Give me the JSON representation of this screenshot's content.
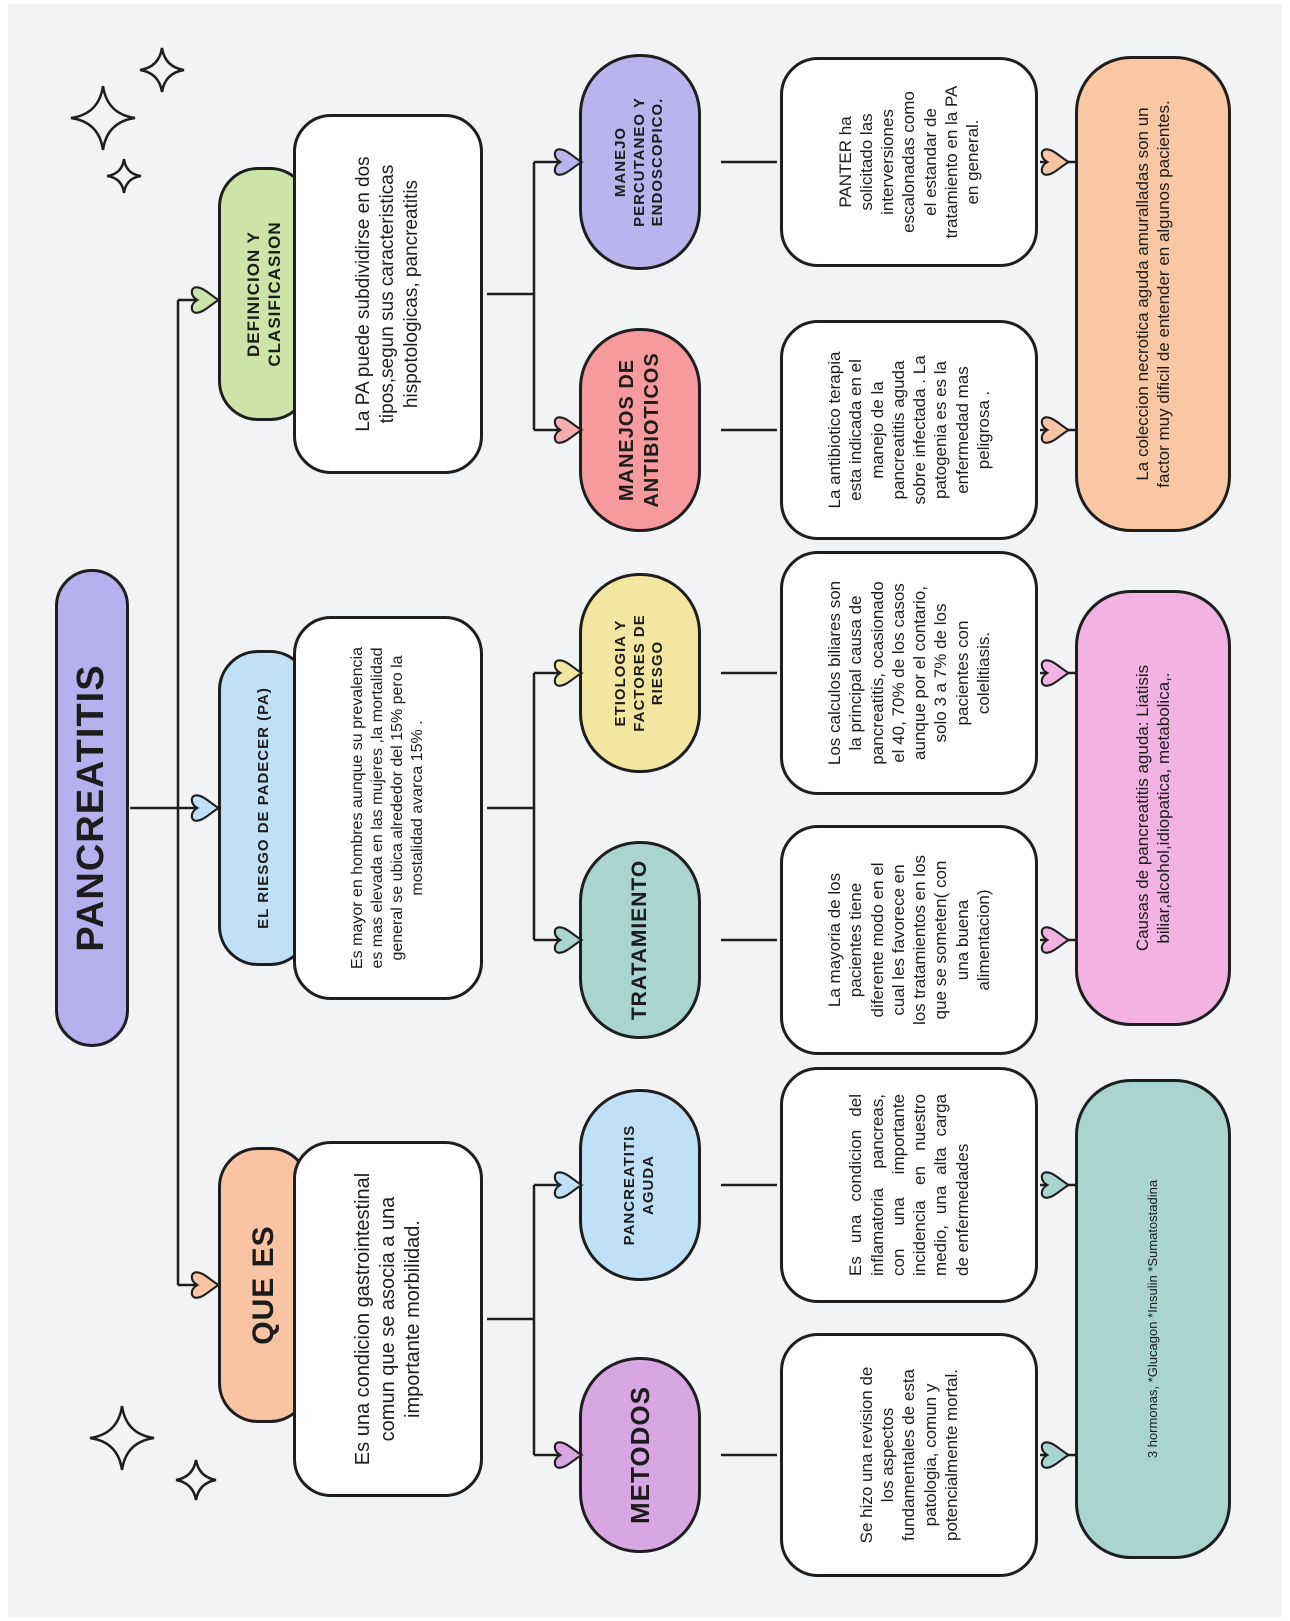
{
  "title": "PANCREATITIS",
  "branches": [
    {
      "heading": "DEFINICION Y CLASIFICASION",
      "description": "La PA puede subdividirse en dos tipos,segun sus caracteristicas hispotologicas, pancreatitis",
      "color": "#cde4a8",
      "children": [
        {
          "heading": "MANEJO PERCUTANEO Y ENDOSCOPICO.",
          "color": "#b9b3ee",
          "text": "PANTER ha solicitado las interversiones escalonadas como el estandar de tratamiento en la PA en general."
        },
        {
          "heading": "MANEJOS DE ANTIBIOTICOS",
          "color": "#f69a9d",
          "text": "La antibiotico terapia esta indicada en el manejo de la pancreatitis aguda sobre infectada . La patogenia es es la enfermedad mas peligrosa ."
        }
      ],
      "bottom_text": "La coleccion necrotica aguda amuralladas son un factor muy dificil de entender en algunos pacientes.",
      "bottom_color": "#f9c7a3"
    },
    {
      "heading": "EL RIESGO DE PADECER (PA)",
      "description": "Es mayor en hombres aunque su prevalencia es mas elevada en las mujeres ,la mortalidad general se ubica alrededor del 15% pero la mostalidad avarca 15% .",
      "color": "#bfe0f7",
      "children": [
        {
          "heading": "ETIOLOGIA Y FACTORES DE RIESGO",
          "color": "#f3e6a0",
          "text": "Los calculos biliares son la principal causa de pancreatitis, ocasionado el 40, 70% de los casos aunque por el contario, solo 3 a 7% de los pacientes con colelitiasis."
        },
        {
          "heading": "TRATAMIENTO",
          "color": "#a9d4d0",
          "text": "La mayoria de los pacientes tiene diferente modo en el cual les favorece en los tratamientos en los que se someten( con una buena alimentacion)"
        }
      ],
      "bottom_text": "Causas de pancreatitis aguda: Liatisis biliar,alcohol,idiopatica, metabolica,.",
      "bottom_color": "#f2b2e2"
    },
    {
      "heading": "QUE ES",
      "description": "Es una condicion gastrointestinal comun que se asocia a una importante morbilidad.",
      "color": "#f9c4a4",
      "children": [
        {
          "heading": "PANCREATITIS AGUDA",
          "color": "#bfe0f7",
          "text": "Es una condicion del inflamatoria pancreas, con una importante incidencia en nuestro medio, una alta carga de enfermedades"
        },
        {
          "heading": "METODOS",
          "color": "#d9a6e4",
          "text": "Se hizo una revision de los aspectos fundamentales de esta patologia, comun y potencialmente mortal."
        }
      ],
      "bottom_text": "3 hormonas, *Glucagon *Insulin *Sumatostadina",
      "bottom_color": "#a9d4d0"
    }
  ],
  "line_color": "#1e1e1e",
  "title_color": "#b7b0ee",
  "heart_colors": [
    "#f9c4a4",
    "#bfe0f7",
    "#cde4a8",
    "#d9a6e4",
    "#a9d4d0",
    "#f4aeb0",
    "#b9b3ee",
    "#f3e6a0",
    "#f2b2e2"
  ]
}
